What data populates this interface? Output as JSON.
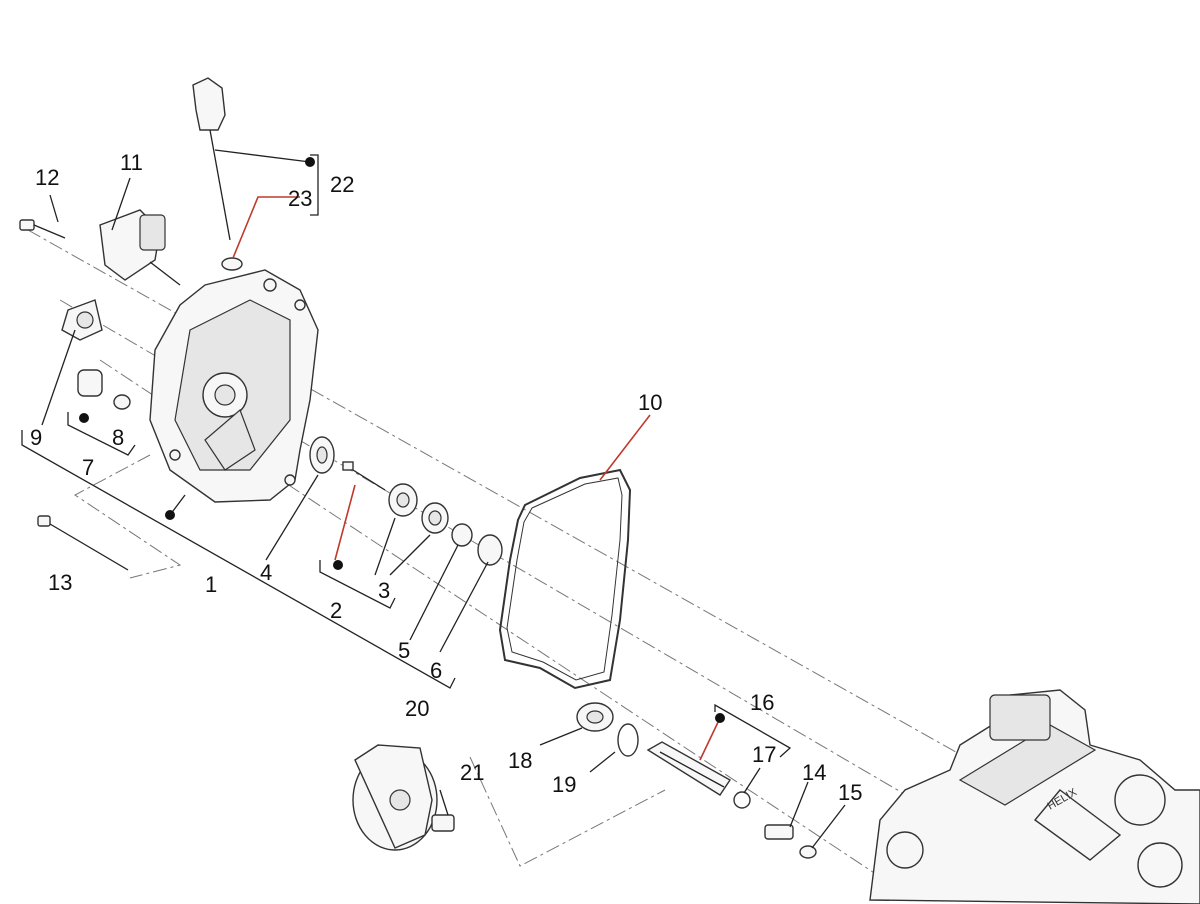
{
  "labels": {
    "l1": "1",
    "l2": "2",
    "l3": "3",
    "l4": "4",
    "l5": "5",
    "l6": "6",
    "l7": "7",
    "l8": "8",
    "l9": "9",
    "l10": "10",
    "l11": "11",
    "l12": "12",
    "l13": "13",
    "l14": "14",
    "l15": "15",
    "l16": "16",
    "l17": "17",
    "l18": "18",
    "l19": "19",
    "l20": "20",
    "l21": "21",
    "l22": "22",
    "l23": "23"
  },
  "colors": {
    "leader_highlight": "#c0392b",
    "line": "#222222"
  }
}
